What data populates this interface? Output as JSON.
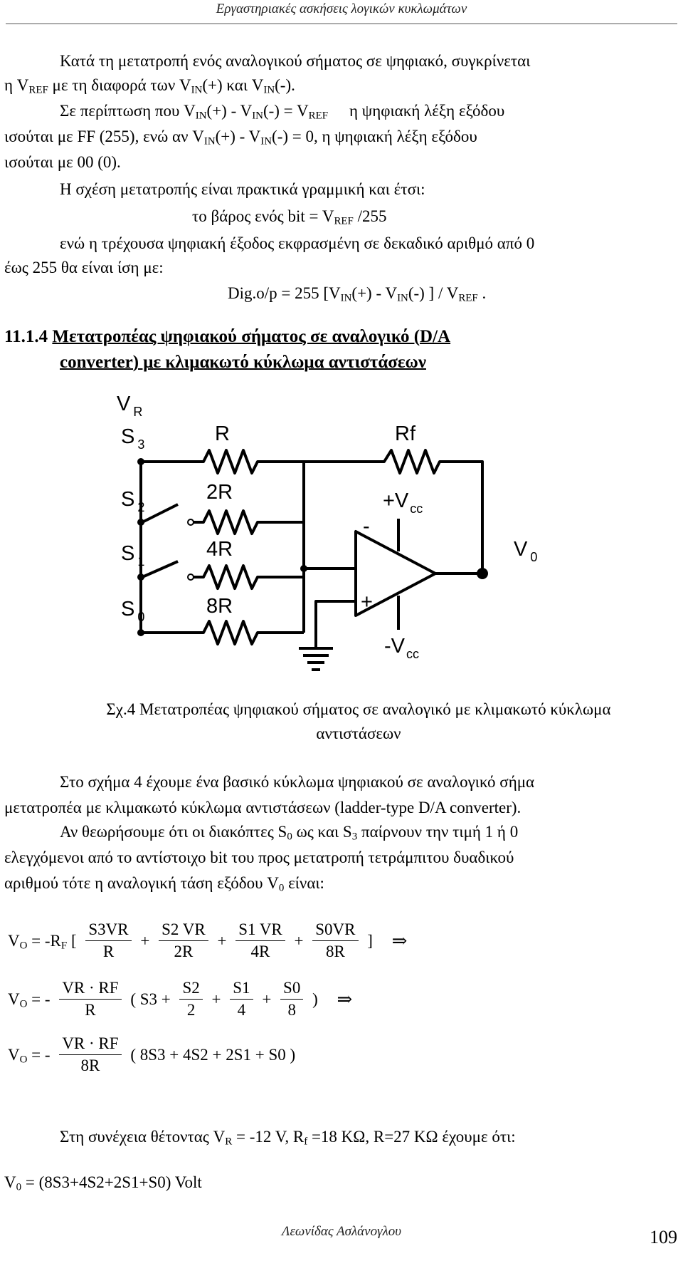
{
  "header": "Εργαστηριακές ασκήσεις λογικών κυκλωμάτων",
  "intro": {
    "l1": "Κατά τη μετατροπή ενός αναλογικού σήματος σε ψηφιακό, συγκρίνεται",
    "l2_a": "η V",
    "l2_sub1": "REF",
    "l2_b": " με τη διαφορά των V",
    "l2_sub2": "IN",
    "l2_c": "(+) και V",
    "l2_sub3": "IN",
    "l2_d": "(-).",
    "l3_a": "Σε περίπτωση που V",
    "l3_sub1": "IN",
    "l3_b": "(+) - V",
    "l3_sub2": "IN",
    "l3_c": "(-) = V",
    "l3_sub3": "REF",
    "l3_d": "η ψηφιακή λέξη εξόδου",
    "l4_a": "ισούται με FF (255), ενώ αν V",
    "l4_sub1": "IN",
    "l4_b": "(+) - V",
    "l4_sub2": "IN",
    "l4_c": "(-) = 0, η ψηφιακή λέξη εξόδου",
    "l5": "ισούται με 00 (0).",
    "l6": "Η σχέση μετατροπής είναι πρακτικά γραμμική και έτσι:",
    "l7_a": "το βάρος ενός bit = V",
    "l7_sub": "REF",
    "l7_b": " /255",
    "l8": "ενώ η τρέχουσα ψηφιακή έξοδος εκφρασμένη σε δεκαδικό αριθμό από 0",
    "l9": "έως 255 θα είναι ίση με:",
    "l10_a": "Dig.o/p = 255 [V",
    "l10_sub1": "IN",
    "l10_b": "(+) - V",
    "l10_sub2": "IN",
    "l10_c": "(-) ] / V",
    "l10_sub3": "REF",
    "l10_d": " ."
  },
  "section": {
    "number": "11.1.4",
    "title_l1": "Μετατροπέας ψηφιακού σήματος σε αναλογικό (D/A",
    "title_l2": "converter) με κλιμακωτό κύκλωμα αντιστάσεων"
  },
  "circuit": {
    "vr": "V",
    "vr_sub": "R",
    "s3": "S",
    "s3_sub": "3",
    "s2": "S",
    "s2_sub": "2",
    "s1": "S",
    "s1_sub": "1",
    "s0": "S",
    "s0_sub": "0",
    "r": "R",
    "r2": "2R",
    "r4": "4R",
    "r8": "8R",
    "rf": "Rf",
    "vcc_pos": "+V",
    "vcc_pos_sub": "cc",
    "vcc_neg": "-V",
    "vcc_neg_sub": "cc",
    "minus": "-",
    "plus": "+",
    "vout": "V",
    "vout_sub": "0"
  },
  "caption": {
    "l1": "Σχ.4 Μετατροπέας ψηφιακού σήματος σε αναλογικό με κλιμακωτό κύκλωμα",
    "l2": "αντιστάσεων"
  },
  "body": {
    "p1": "Στο σχήμα 4 έχουμε ένα βασικό κύκλωμα ψηφιακού σε αναλογικό σήμα",
    "p2": "μετατροπέα με κλιμακωτό κύκλωμα αντιστάσεων (ladder-type D/A converter).",
    "p3_a": "Αν θεωρήσουμε ότι οι διακόπτες S",
    "p3_sub1": "0",
    "p3_b": " ως  και S",
    "p3_sub2": "3",
    "p3_c": " παίρνουν την τιμή 1 ή 0",
    "p4": "ελεγχόμενοι από το αντίστοιχο bit του προς μετατροπή τετράμπιτου δυαδικού",
    "p5_a": "αριθμού τότε η αναλογική τάση εξόδου V",
    "p5_sub": "0",
    "p5_b": " είναι:"
  },
  "eq1": {
    "lhs": "V",
    "lhs_sub": "O",
    "eq": " = -R",
    "eq_sub": "F",
    "open": " [",
    "n1": "S3VR",
    "d1": "R",
    "n2": "S2 VR",
    "d2": "2R",
    "n3": "S1 VR",
    "d3": "4R",
    "n4": "S0VR",
    "d4": "8R",
    "plus": "+",
    "close": "]",
    "arrow": "⇒"
  },
  "eq2": {
    "lhs": "V",
    "lhs_sub": "O",
    "eq": " = -",
    "n0": "VR · RF",
    "d0": "R",
    "open": "( S3 +",
    "n1": "S2",
    "d1": "2",
    "n2": "S1",
    "d2": "4",
    "n3": "S0",
    "d3": "8",
    "plus": "+",
    "close": ")",
    "arrow": "⇒"
  },
  "eq3": {
    "lhs": "V",
    "lhs_sub": "O",
    "eq": " = -",
    "n0": "VR · RF",
    "d0": "8R",
    "rest": "( 8S3 + 4S2 + 2S1 + S0 )"
  },
  "result": {
    "a": "Στη συνέχεια θέτοντας V",
    "sub1": "R",
    "b": " = -12 V, R",
    "sub2": "f",
    "c": " =18 ΚΩ, R=27 ΚΩ έχουμε ότι:"
  },
  "final": {
    "a": "V",
    "sub": "0",
    "b": " = (8S3+4S2+2S1+S0) Volt"
  },
  "footer": "Λεωνίδας Ασλάνογλου",
  "page_number": "109"
}
